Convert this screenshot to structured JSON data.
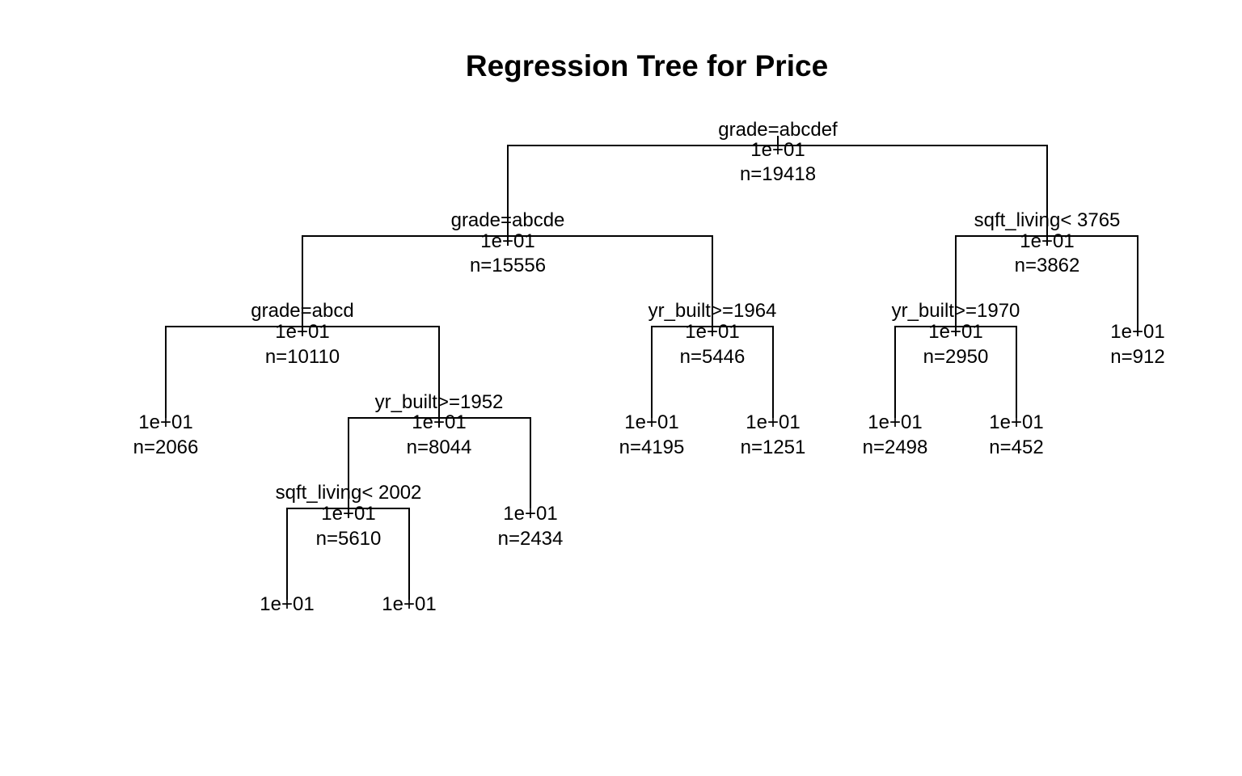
{
  "title": "Regression Tree for Price",
  "tree": {
    "split": "grade=abcdef",
    "value": "1e+01",
    "n": "n=19418",
    "left": {
      "split": "grade=abcde",
      "value": "1e+01",
      "n": "n=15556",
      "left": {
        "split": "grade=abcd",
        "value": "1e+01",
        "n": "n=10110",
        "left": {
          "value": "1e+01",
          "n": "n=2066"
        },
        "right": {
          "split": "yr_built>=1952",
          "value": "1e+01",
          "n": "n=8044",
          "left": {
            "split": "sqft_living< 2002",
            "value": "1e+01",
            "n": "n=5610",
            "left": {
              "value": "1e+01",
              "n": ""
            },
            "right": {
              "value": "1e+01",
              "n": ""
            }
          },
          "right": {
            "value": "1e+01",
            "n": "n=2434"
          }
        }
      },
      "right": {
        "split": "yr_built>=1964",
        "value": "1e+01",
        "n": "n=5446",
        "left": {
          "value": "1e+01",
          "n": "n=4195"
        },
        "right": {
          "value": "1e+01",
          "n": "n=1251"
        }
      }
    },
    "right": {
      "split": "sqft_living< 3765",
      "value": "1e+01",
      "n": "n=3862",
      "left": {
        "split": "yr_built>=1970",
        "value": "1e+01",
        "n": "n=2950",
        "left": {
          "value": "1e+01",
          "n": "n=2498"
        },
        "right": {
          "value": "1e+01",
          "n": "n=452"
        }
      },
      "right": {
        "value": "1e+01",
        "n": "n=912"
      }
    }
  }
}
